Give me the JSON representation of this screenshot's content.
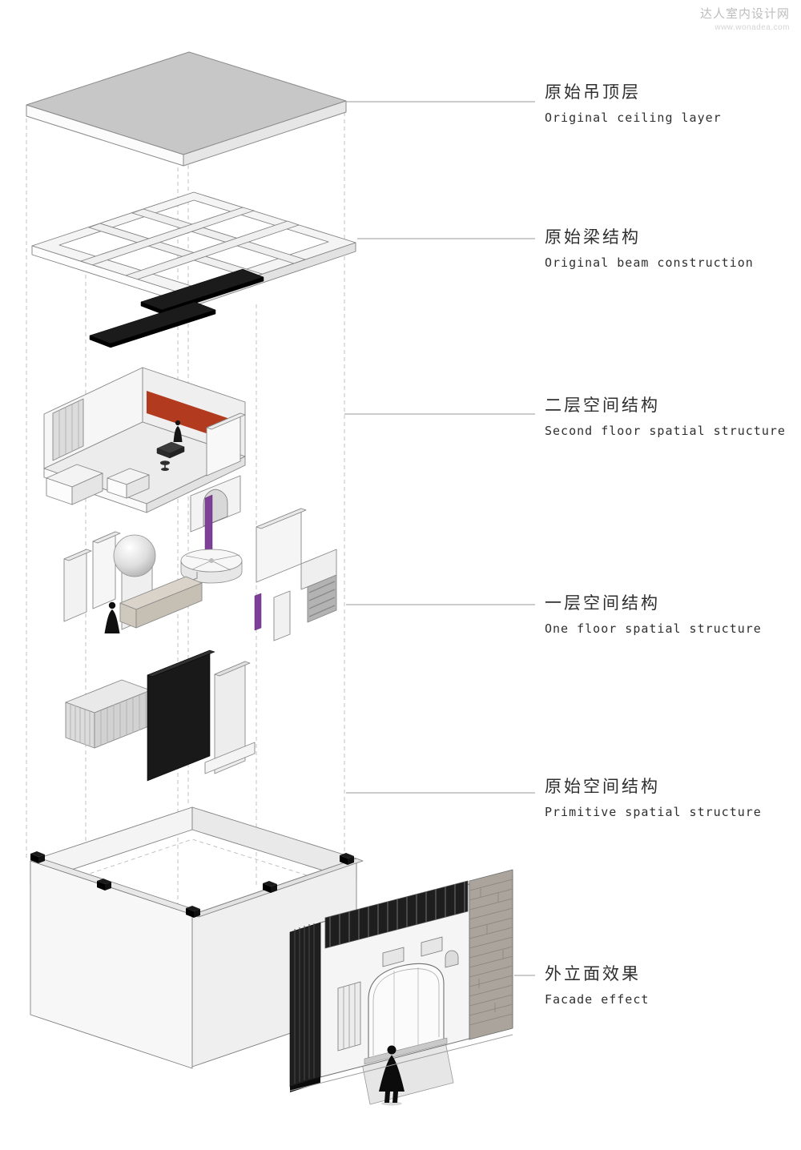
{
  "watermark": {
    "site_name": "达人室内设计网",
    "site_url": "www.wonadea.com"
  },
  "diagram": {
    "type": "exploded-axonometric-architecture",
    "callouts": [
      {
        "zh": "原始吊顶层",
        "en": "Original ceiling layer",
        "layer": "ceiling"
      },
      {
        "zh": "原始梁结构",
        "en": "Original beam construction",
        "layer": "beams"
      },
      {
        "zh": "二层空间结构",
        "en": "Second floor spatial structure",
        "layer": "second-floor"
      },
      {
        "zh": "一层空间结构",
        "en": "One floor spatial structure",
        "layer": "first-floor"
      },
      {
        "zh": "原始空间结构",
        "en": "Primitive spatial structure",
        "layer": "primitive-shell"
      },
      {
        "zh": "外立面效果",
        "en": "Facade effect",
        "layer": "facade"
      }
    ],
    "colors": {
      "accent_red": "#b23a1f",
      "accent_purple": "#7d3f98",
      "panel_black": "#191919",
      "slab_gray": "#c7c7c7",
      "line_gray": "#9a9a9a"
    }
  }
}
